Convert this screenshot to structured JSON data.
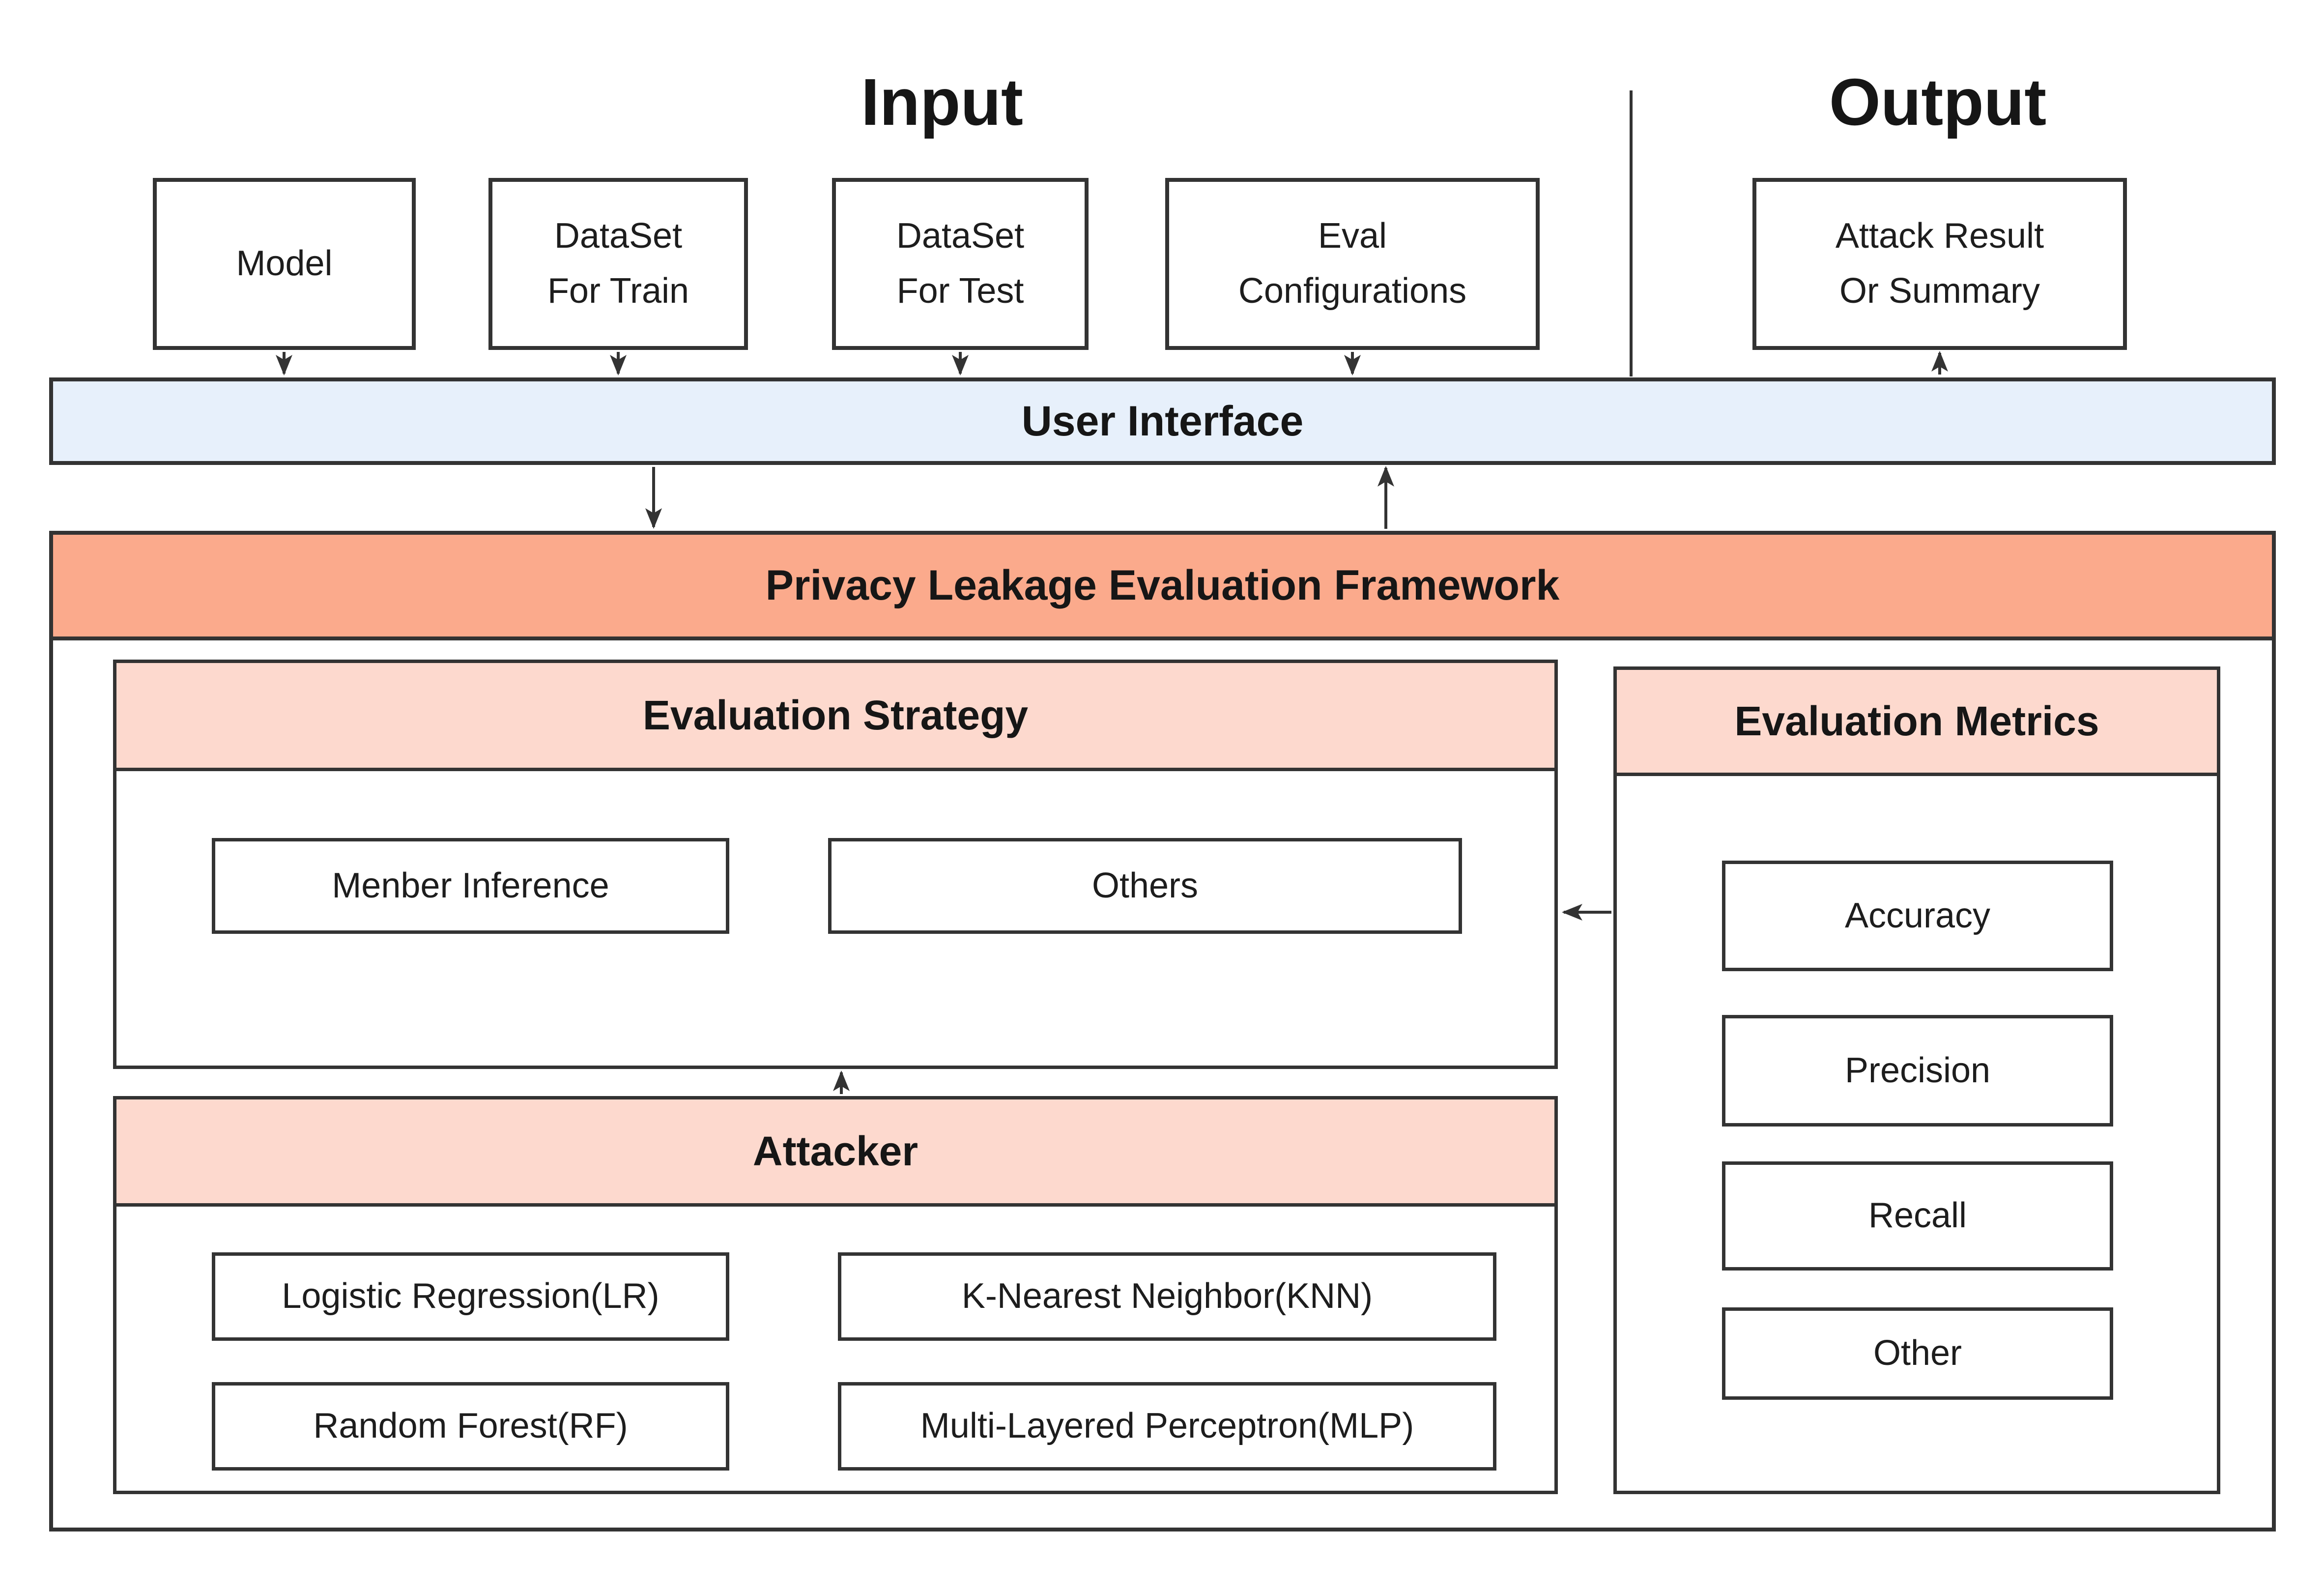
{
  "colors": {
    "ui_bar": "#e7f0fb",
    "framework_header": "#fbaa8c",
    "section_header": "#fdd9ce",
    "border": "#333333",
    "arrow": "#333333",
    "text": "#1d1d1d"
  },
  "headings": {
    "input": "Input",
    "output": "Output"
  },
  "input_boxes": [
    {
      "line1": "Model"
    },
    {
      "line1": "DataSet",
      "line2": "For Train"
    },
    {
      "line1": "DataSet",
      "line2": "For Test"
    },
    {
      "line1": "Eval",
      "line2": "Configurations"
    }
  ],
  "output_box": {
    "line1": "Attack Result",
    "line2": "Or Summary"
  },
  "ui_bar": {
    "title": "User Interface"
  },
  "framework": {
    "title": "Privacy Leakage Evaluation Framework"
  },
  "sections": {
    "strategy": {
      "title": "Evaluation Strategy",
      "items": [
        "Menber Inference",
        "Others"
      ]
    },
    "attacker": {
      "title": "Attacker",
      "items": [
        "Logistic Regression(LR)",
        "K-Nearest Neighbor(KNN)",
        "Random Forest(RF)",
        "Multi-Layered Perceptron(MLP)"
      ]
    },
    "metrics": {
      "title": "Evaluation Metrics",
      "items": [
        "Accuracy",
        "Precision",
        "Recall",
        "Other"
      ]
    }
  }
}
